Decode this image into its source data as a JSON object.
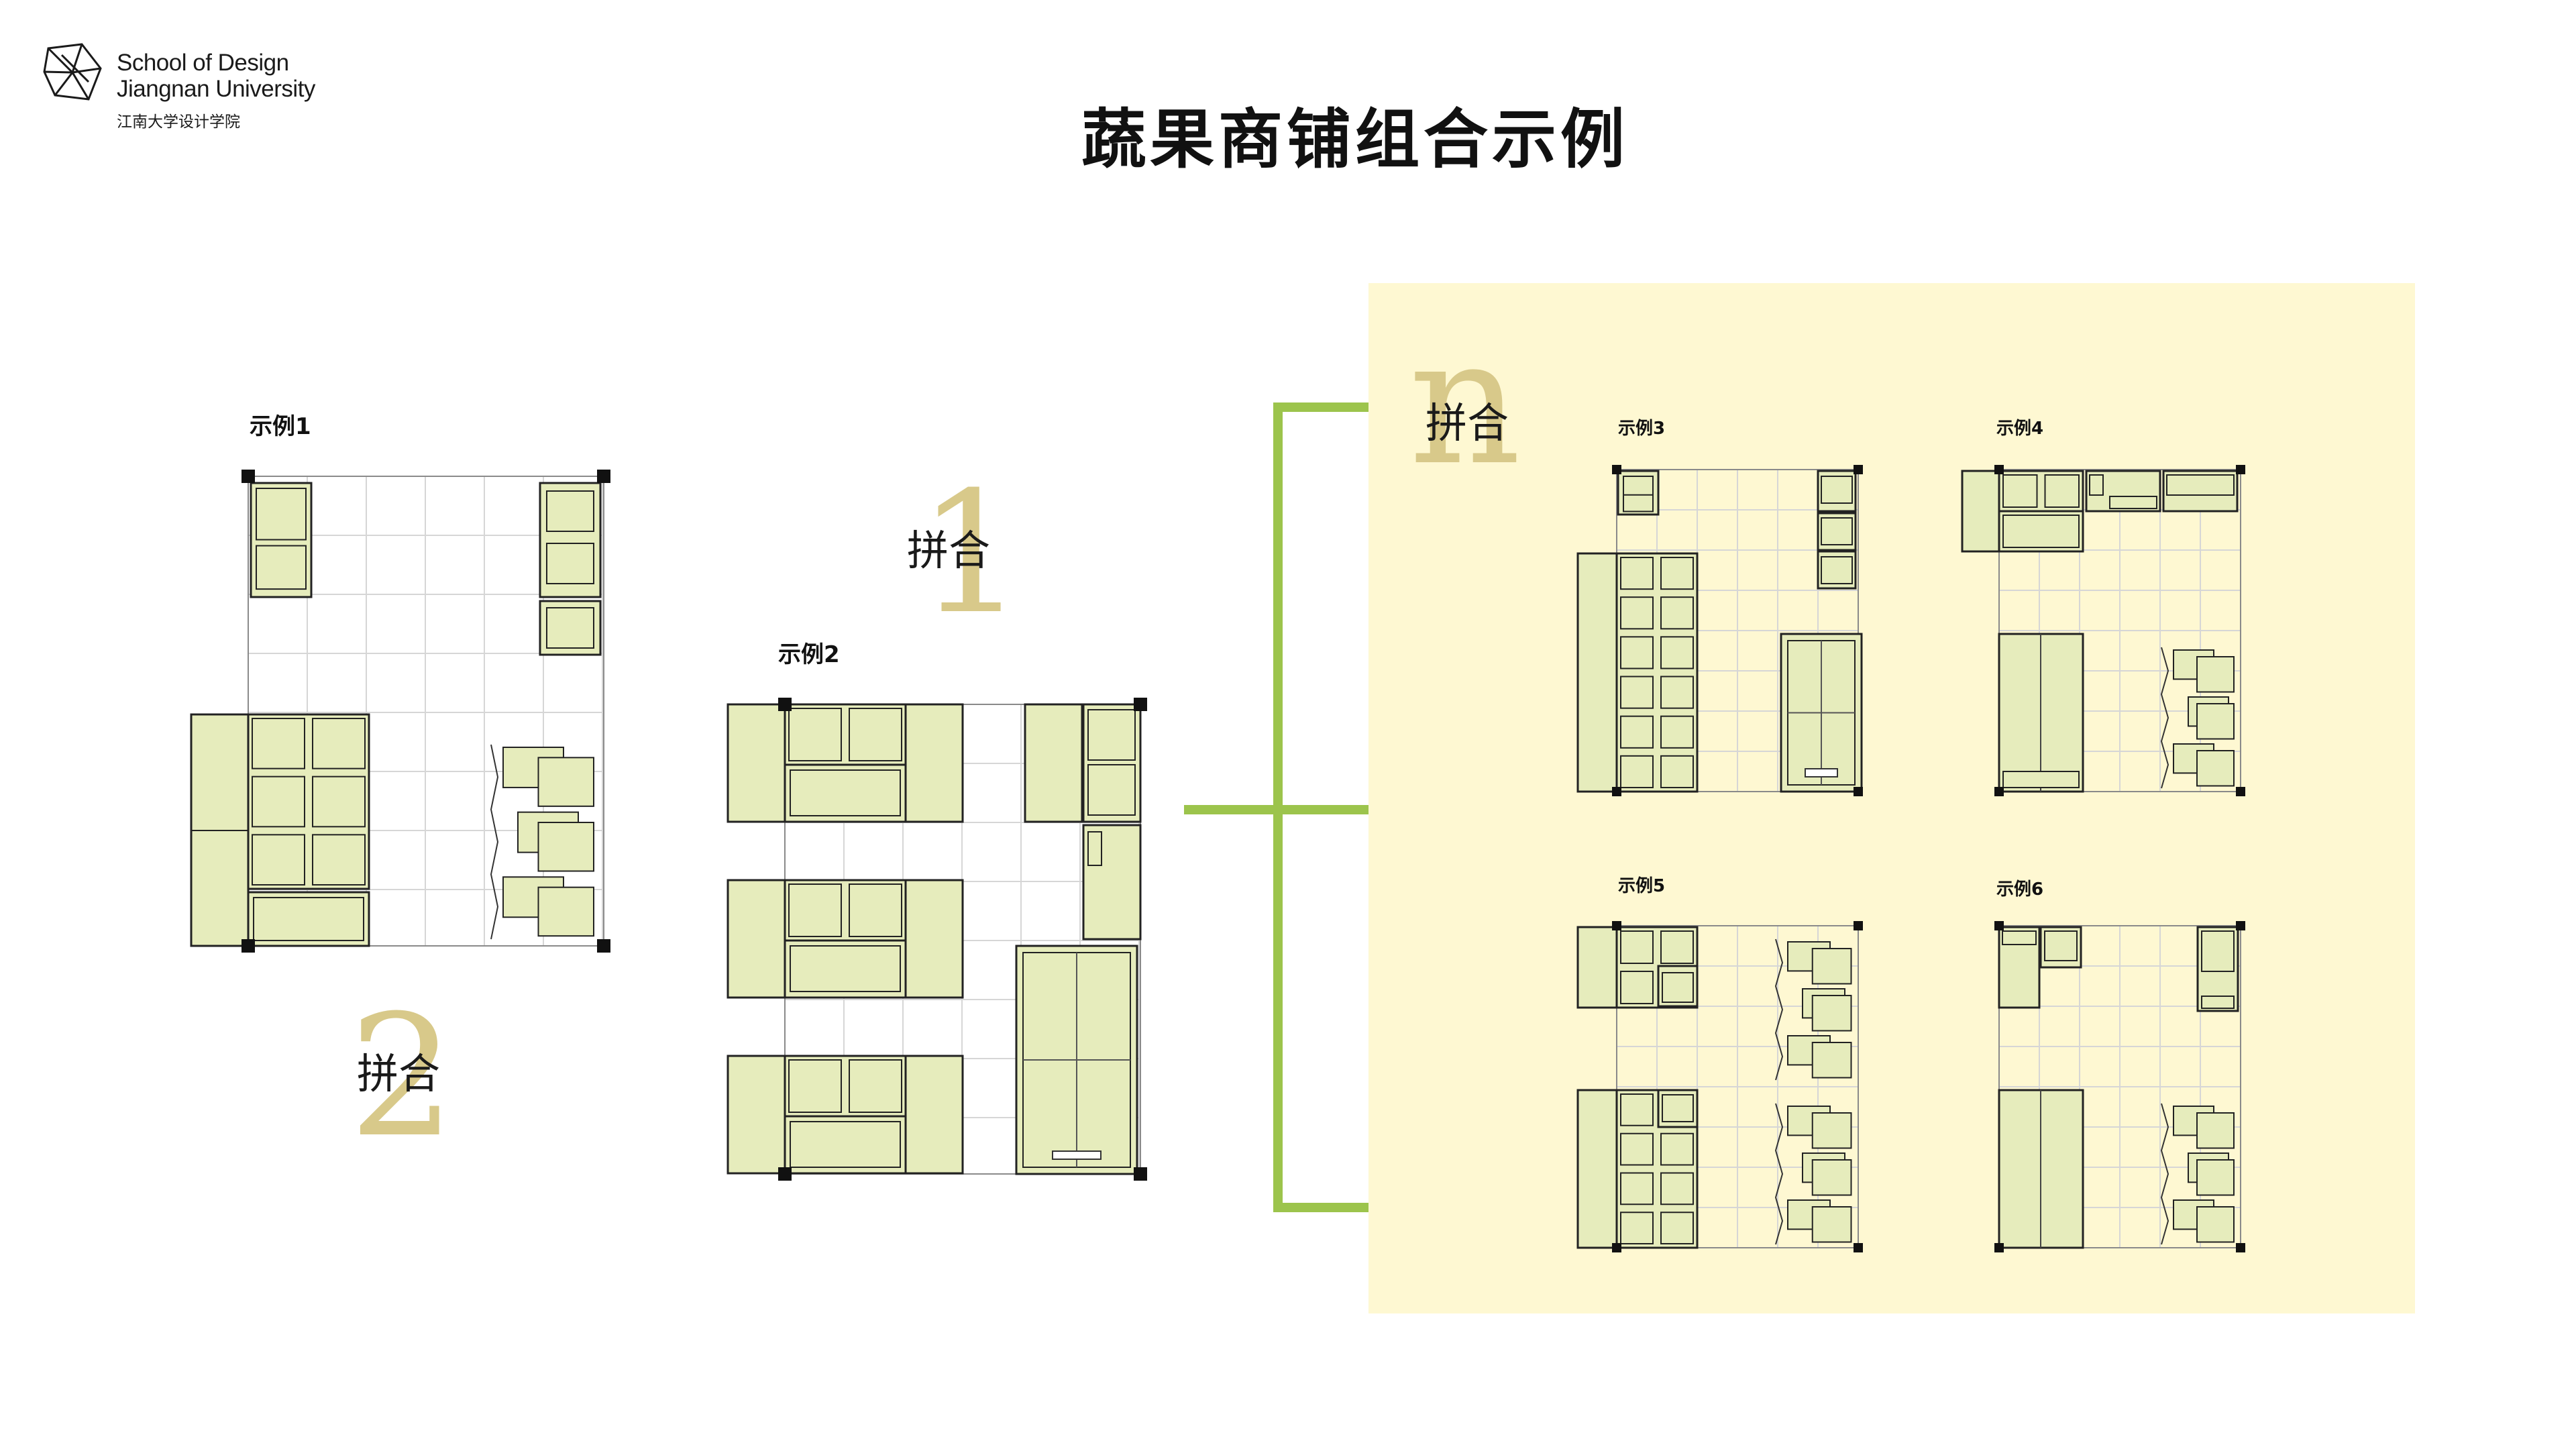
{
  "header": {
    "logo_line1": "School of Design",
    "logo_line2": "Jiangnan University",
    "logo_cn": "江南大学设计学院",
    "title": "蔬果商铺组合示例"
  },
  "examples": [
    {
      "label": "示例1"
    },
    {
      "label": "示例2"
    },
    {
      "label": "示例3"
    },
    {
      "label": "示例4"
    },
    {
      "label": "示例5"
    },
    {
      "label": "示例6"
    }
  ],
  "steps": [
    {
      "number": "1",
      "text": "拼合"
    },
    {
      "number": "2",
      "text": "拼合"
    },
    {
      "number": "n",
      "text": "拼合"
    }
  ],
  "colors": {
    "fixture_fill": "#e6ecbc",
    "fixture_stroke": "#222222",
    "grid": "#d6d6d6",
    "bracket": "#9cc44c",
    "panel": "#fef8d2",
    "step_number": "#d8c98a"
  },
  "icons": {
    "logo": "jiangnan-logo-icon",
    "bracket": "bracket-connector-icon"
  }
}
